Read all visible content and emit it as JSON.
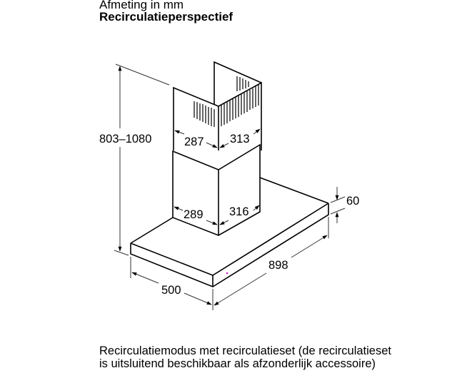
{
  "header": {
    "line1": "Afmeting in mm",
    "line2": "Recirculatieperspectief"
  },
  "dimensions": {
    "height_range": "803–1080",
    "upper_chimney_left": "287",
    "upper_chimney_right": "313",
    "lower_chimney_left": "289",
    "lower_chimney_right": "316",
    "hood_thickness": "60",
    "hood_width": "898",
    "hood_depth": "500"
  },
  "caption": "Recirculatiemodus met recirculatieset (de recirculatieset is uitsluitend beschikbaar als afzonderlijk accessoire)",
  "colors": {
    "line": "#000000",
    "dim_line": "#333333",
    "indicator_light": "#d61ad6"
  }
}
